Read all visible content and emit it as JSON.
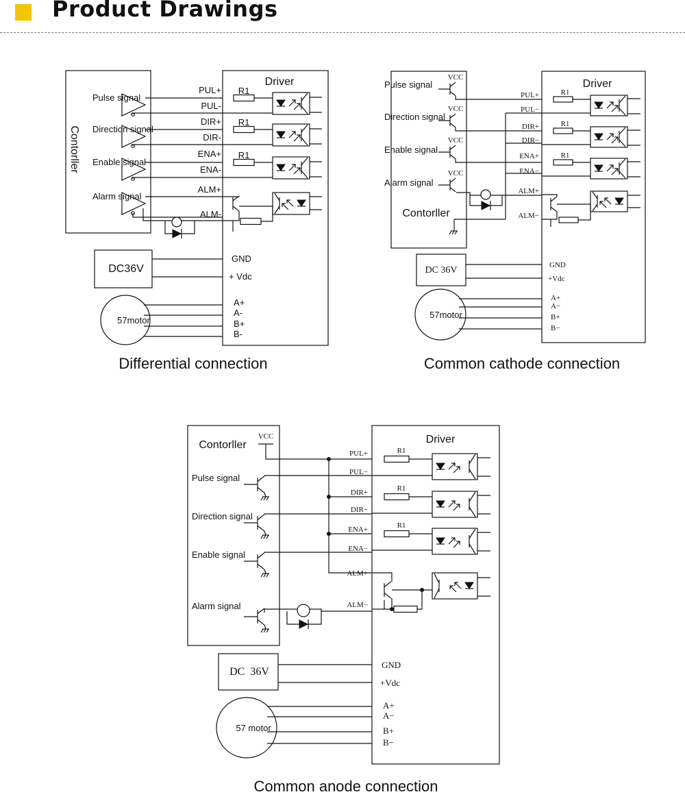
{
  "header": {
    "title": "Product Drawings",
    "accent_color": "#f5c400"
  },
  "diagrams": {
    "differential": {
      "caption": "Differential connection",
      "controller": "Contorller",
      "driver": "Driver",
      "signals": [
        "Pulse signal",
        "Direction signal",
        "Enable signal",
        "Alarm signal"
      ],
      "pins": [
        "PUL+",
        "PUL-",
        "DIR+",
        "DIR-",
        "ENA+",
        "ENA-",
        "ALM+",
        "ALM-"
      ],
      "resistor": "R1",
      "power": "DC36V",
      "power_pins": [
        "GND",
        "+ Vdc"
      ],
      "motor": "57motor",
      "motor_pins": [
        "A+",
        "A-",
        "B+",
        "B-"
      ]
    },
    "cathode": {
      "caption": "Common cathode connection",
      "controller": "Contorller",
      "driver": "Driver",
      "vcc": "VCC",
      "signals": [
        "Pulse signal",
        "Direction signal",
        "Enable signal",
        "Alarm signal"
      ],
      "pins": [
        "PUL+",
        "PUL−",
        "DIR+",
        "DIR−",
        "ENA+",
        "ENA−",
        "ALM+",
        "ALM−"
      ],
      "resistor": "R1",
      "power": "DC 36V",
      "power_pins": [
        "GND",
        "+Vdc"
      ],
      "motor": "57motor",
      "motor_pins": [
        "A+",
        "A−",
        "B+",
        "B−"
      ]
    },
    "anode": {
      "caption": "Common anode connection",
      "controller": "Contorller",
      "driver": "Driver",
      "vcc": "VCC",
      "signals": [
        "Pulse signal",
        "Direction signal",
        "Enable signal",
        "Alarm signal"
      ],
      "pins": [
        "PUL+",
        "PUL−",
        "DIR+",
        "DIR−",
        "ENA+",
        "ENA−",
        "ALM+",
        "ALM−"
      ],
      "resistor": "R1",
      "power": "DC  36V",
      "power_pins": [
        "GND",
        "+Vdc"
      ],
      "motor": "57 motor",
      "motor_pins": [
        "A+",
        "A−",
        "B+",
        "B−"
      ]
    }
  }
}
